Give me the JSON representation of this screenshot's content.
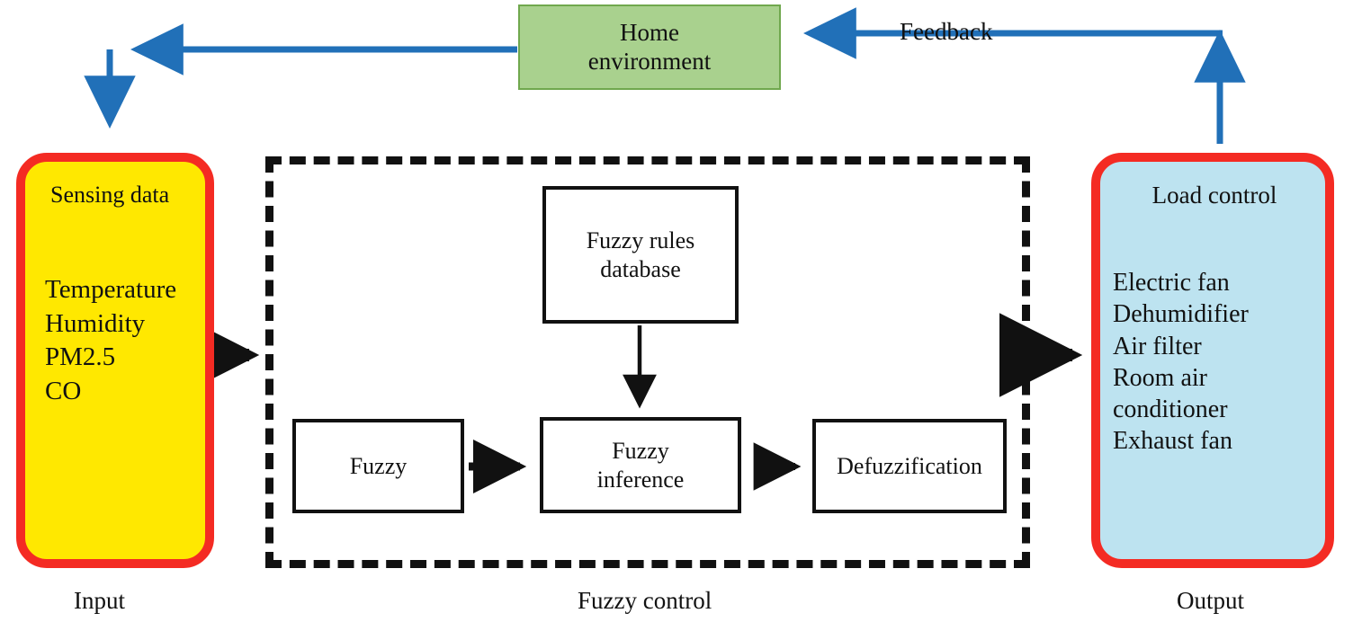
{
  "diagram": {
    "title": "Fuzzy control home environment block diagram",
    "colors": {
      "green_fill": "#A9D18E",
      "green_stroke": "#70A84E",
      "yellow_fill": "#FFE800",
      "blue_fill": "#BDE3F0",
      "red_border": "#F42B23",
      "blue_arrow": "#2170B8",
      "black": "#111111"
    }
  },
  "home_environment": {
    "line1": "Home",
    "line2": "environment"
  },
  "input": {
    "title": "Sensing data",
    "items": [
      "Temperature",
      "Humidity",
      "PM2.5",
      "CO"
    ],
    "caption": "Input"
  },
  "fuzzy_control": {
    "caption": "Fuzzy control",
    "rules_database": {
      "line1": "Fuzzy rules",
      "line2": "database"
    },
    "fuzzy": {
      "line1": "Fuzzy"
    },
    "inference": {
      "line1": "Fuzzy",
      "line2": "inference"
    },
    "defuzzification": {
      "line1": "Defuzzification"
    }
  },
  "output": {
    "title": "Load control",
    "items": [
      "Electric fan",
      "Dehumidifier",
      "Air filter",
      "Room air conditioner",
      "Exhaust fan"
    ],
    "caption": "Output"
  },
  "arrows": {
    "feedback_label": "Feedback"
  }
}
